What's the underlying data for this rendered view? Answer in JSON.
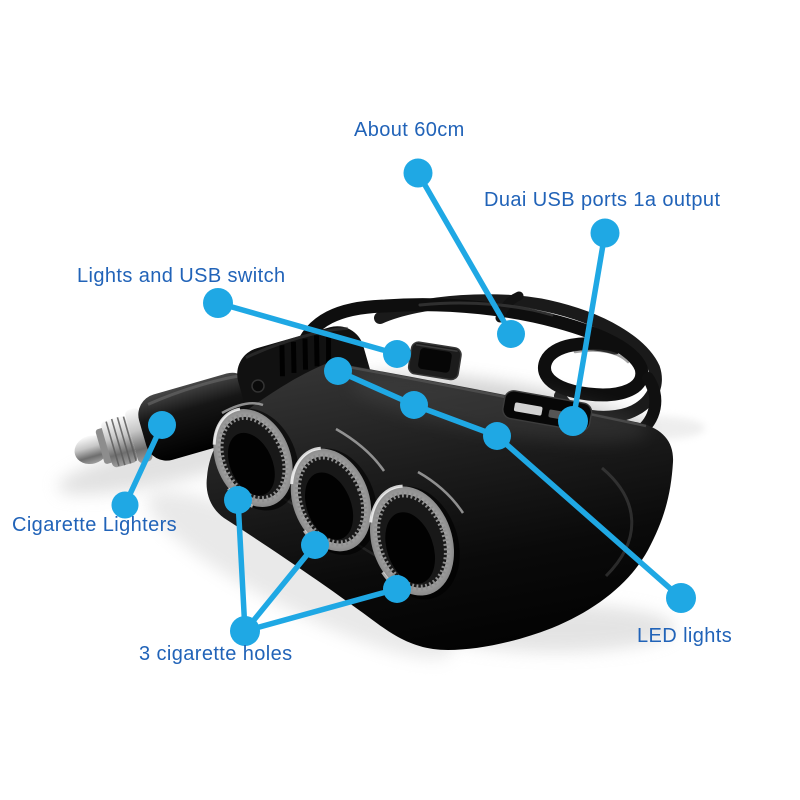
{
  "colors": {
    "background": "#ffffff",
    "callout": "#1fa8e4",
    "label_text": "#2163b8"
  },
  "product": {
    "name": "3-socket car cigarette lighter splitter with dual USB",
    "parts": [
      "power-cable",
      "dual-usb-ports",
      "power-switch",
      "cigarette-lighter-plug",
      "three-cigarette-sockets",
      "led-indicators"
    ]
  },
  "annotations": [
    {
      "label": "About 60cm",
      "target": "power-cable"
    },
    {
      "label": "Duai USB ports 1a output",
      "target": "dual-usb-ports"
    },
    {
      "label": "Lights and USB switch",
      "target": "power-switch"
    },
    {
      "label": "Cigarette Lighters",
      "target": "cigarette-lighter-plug"
    },
    {
      "label": "3 cigarette holes",
      "target": "three-cigarette-sockets"
    },
    {
      "label": "LED lights",
      "target": "led-indicators"
    }
  ]
}
